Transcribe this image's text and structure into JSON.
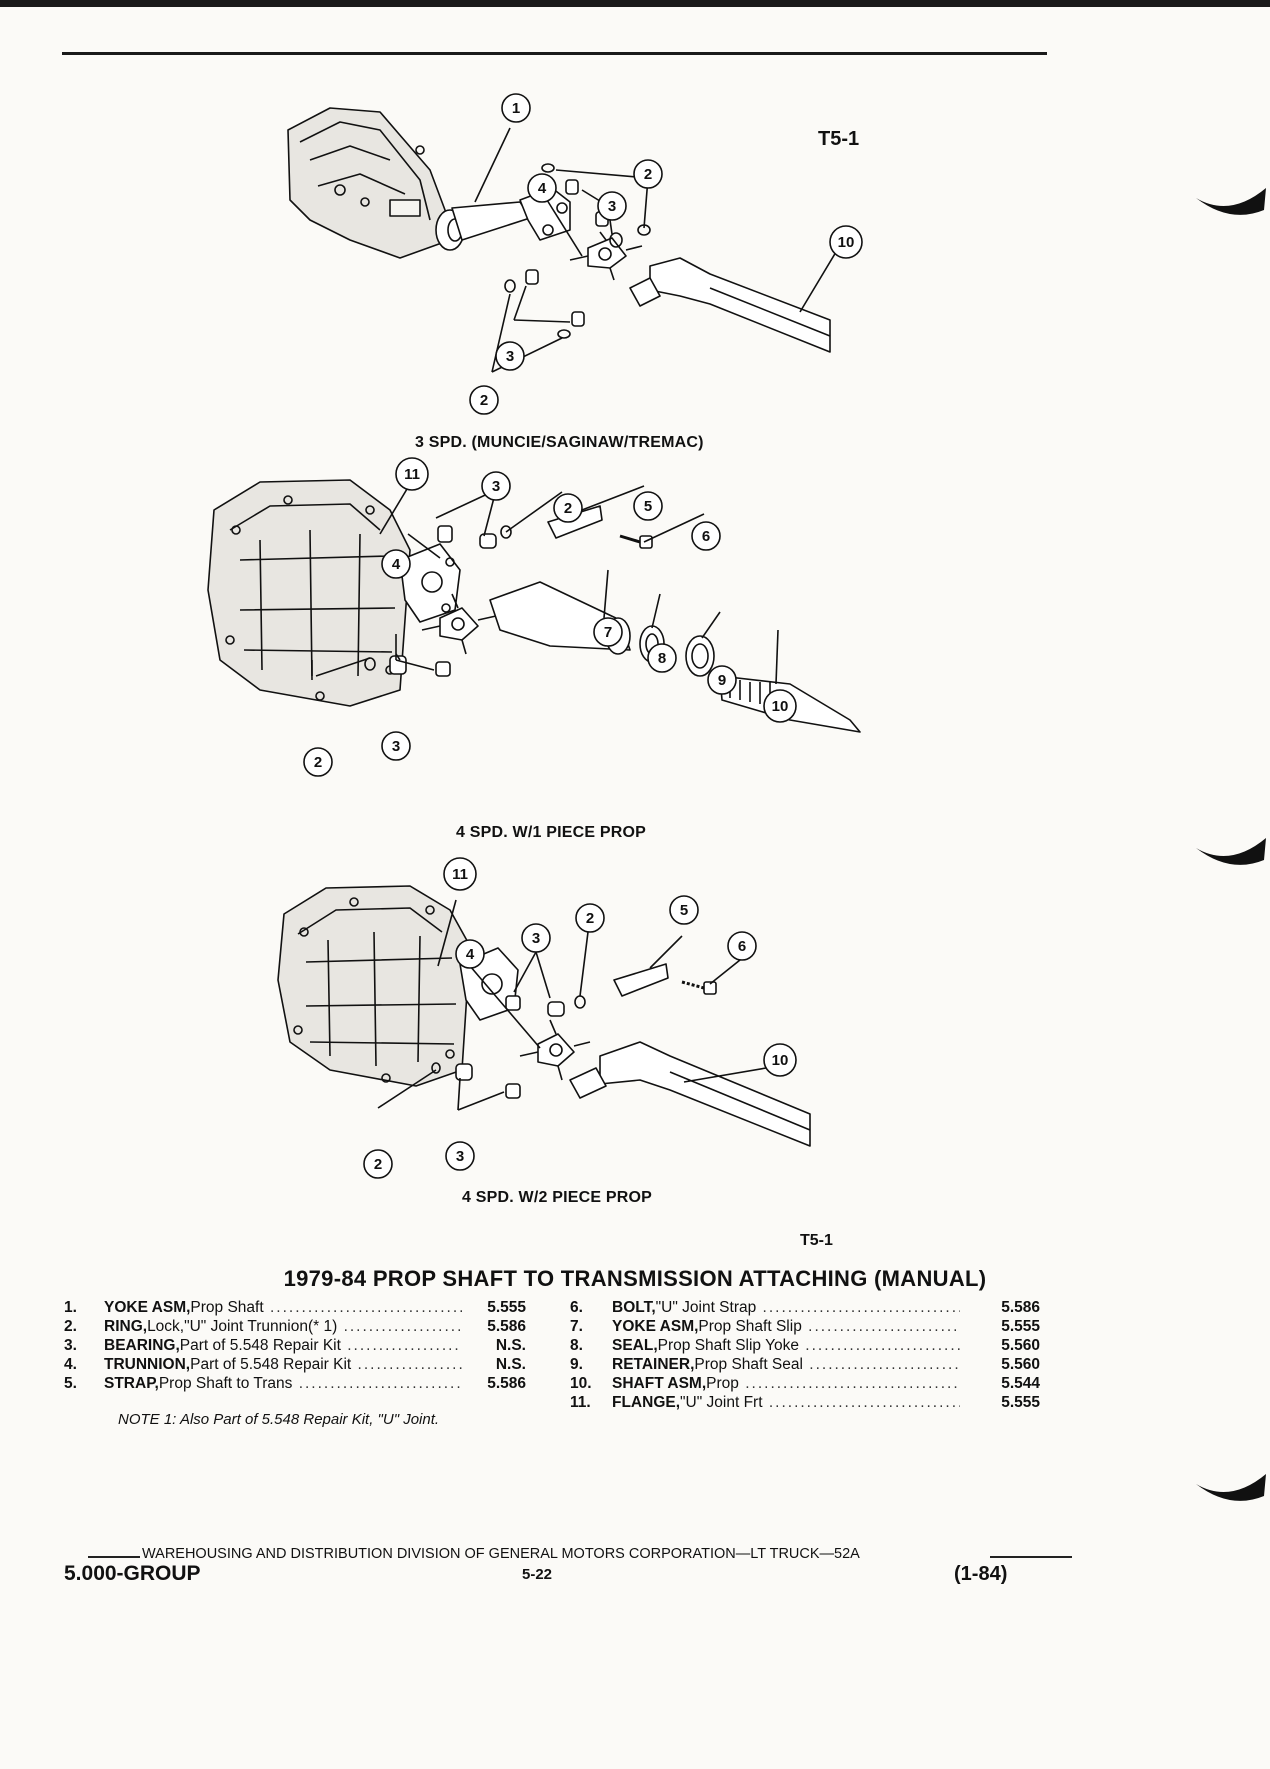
{
  "figure_code_top": "T5-1",
  "figures": [
    {
      "caption": "3 SPD. (MUNCIE/SAGINAW/TREMAC)",
      "callouts": [
        "1",
        "2",
        "4",
        "3",
        "10",
        "3",
        "2"
      ]
    },
    {
      "caption": "4 SPD. W/1 PIECE PROP",
      "callouts": [
        "11",
        "3",
        "2",
        "5",
        "6",
        "4",
        "7",
        "8",
        "9",
        "10",
        "2",
        "3"
      ]
    },
    {
      "caption": "4 SPD. W/2 PIECE PROP",
      "callouts": [
        "11",
        "4",
        "3",
        "2",
        "5",
        "6",
        "10",
        "2",
        "3"
      ]
    }
  ],
  "figure_code_bottom": "T5-1",
  "title": "1979-84 PROP SHAFT TO TRANSMISSION ATTACHING (MANUAL)",
  "parts_left": [
    {
      "num": "1.",
      "name": "YOKE ASM,",
      "desc": " Prop Shaft",
      "code": "5.555"
    },
    {
      "num": "2.",
      "name": "RING,",
      "desc": " Lock,\"U\" Joint Trunnion(* 1)",
      "code": "5.586"
    },
    {
      "num": "3.",
      "name": "BEARING,",
      "desc": " Part of 5.548 Repair Kit",
      "code": "N.S."
    },
    {
      "num": "4.",
      "name": "TRUNNION,",
      "desc": " Part of 5.548 Repair Kit",
      "code": "N.S."
    },
    {
      "num": "5.",
      "name": "STRAP,",
      "desc": " Prop Shaft to Trans",
      "code": "5.586"
    }
  ],
  "parts_right": [
    {
      "num": "6.",
      "name": "BOLT,",
      "desc": " \"U\" Joint Strap",
      "code": "5.586"
    },
    {
      "num": "7.",
      "name": "YOKE ASM,",
      "desc": " Prop Shaft Slip",
      "code": "5.555"
    },
    {
      "num": "8.",
      "name": "SEAL,",
      "desc": " Prop Shaft Slip Yoke",
      "code": "5.560"
    },
    {
      "num": "9.",
      "name": "RETAINER,",
      "desc": " Prop Shaft Seal",
      "code": "5.560"
    },
    {
      "num": "10.",
      "name": "SHAFT ASM,",
      "desc": " Prop",
      "code": "5.544"
    },
    {
      "num": "11.",
      "name": "FLANGE,",
      "desc": " \"U\" Joint Frt",
      "code": "5.555"
    }
  ],
  "note": "NOTE 1: Also Part of 5.548 Repair Kit, \"U\" Joint.",
  "footer": {
    "line": "WAREHOUSING AND DISTRIBUTION  DIVISION OF GENERAL MOTORS CORPORATION—LT TRUCK—52A",
    "group": "5.000-GROUP",
    "page": "5-22",
    "date": "(1-84)"
  }
}
